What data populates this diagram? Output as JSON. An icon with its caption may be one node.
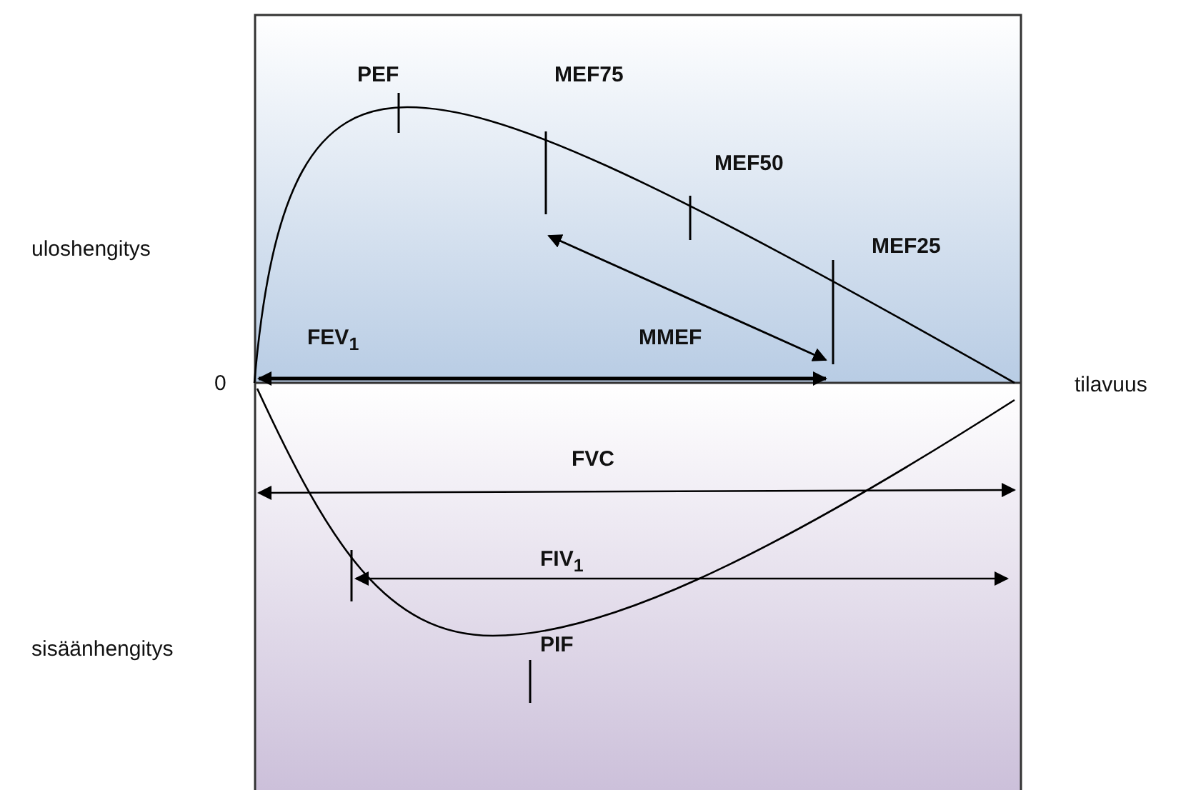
{
  "diagram": {
    "labels": [
      "PEF",
      "MEF75",
      "MEF50",
      "uloshengitys",
      "MEF25",
      "FEV$_{1}$",
      "MMEF",
      "0",
      "tilavuus",
      "FVC",
      "FIV$_{1}$",
      "sisäänhengitys",
      "PIF"
    ]
  }
}
